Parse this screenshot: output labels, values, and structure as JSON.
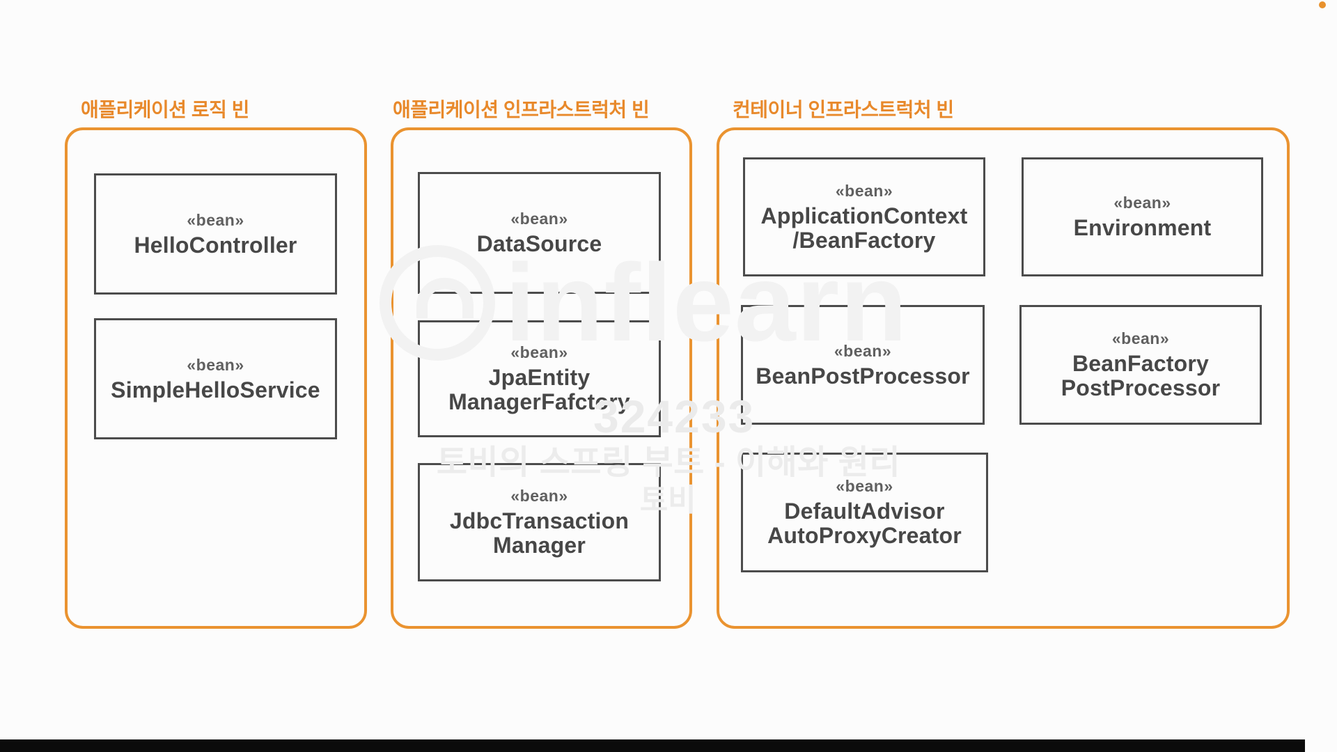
{
  "colors": {
    "accent_orange": "#E8892B",
    "box_border": "#4C4C4C",
    "bean_text": "#474747",
    "background": "#FCFCFC"
  },
  "groups": [
    {
      "title": "애플리케이션 로직 빈",
      "beans": [
        {
          "stereotype": "«bean»",
          "name": "HelloController"
        },
        {
          "stereotype": "«bean»",
          "name": "SimpleHelloService"
        }
      ]
    },
    {
      "title": "애플리케이션 인프라스트럭처 빈",
      "beans": [
        {
          "stereotype": "«bean»",
          "name": "DataSource"
        },
        {
          "stereotype": "«bean»",
          "name": "JpaEntity\nManagerFafctory"
        },
        {
          "stereotype": "«bean»",
          "name": "JdbcTransaction\nManager"
        }
      ]
    },
    {
      "title": "컨테이너 인프라스트럭처 빈",
      "beans": [
        {
          "stereotype": "«bean»",
          "name": "ApplicationContext\n/BeanFactory"
        },
        {
          "stereotype": "«bean»",
          "name": "Environment"
        },
        {
          "stereotype": "«bean»",
          "name": "BeanPostProcessor"
        },
        {
          "stereotype": "«bean»",
          "name": "BeanFactory\nPostProcessor"
        },
        {
          "stereotype": "«bean»",
          "name": "DefaultAdvisor\nAutoProxyCreator"
        }
      ]
    }
  ],
  "watermark": {
    "brand": "inflearn",
    "code": "324233",
    "course": "토비의 스프링 부트 - 이해와 원리",
    "author": "토비"
  }
}
